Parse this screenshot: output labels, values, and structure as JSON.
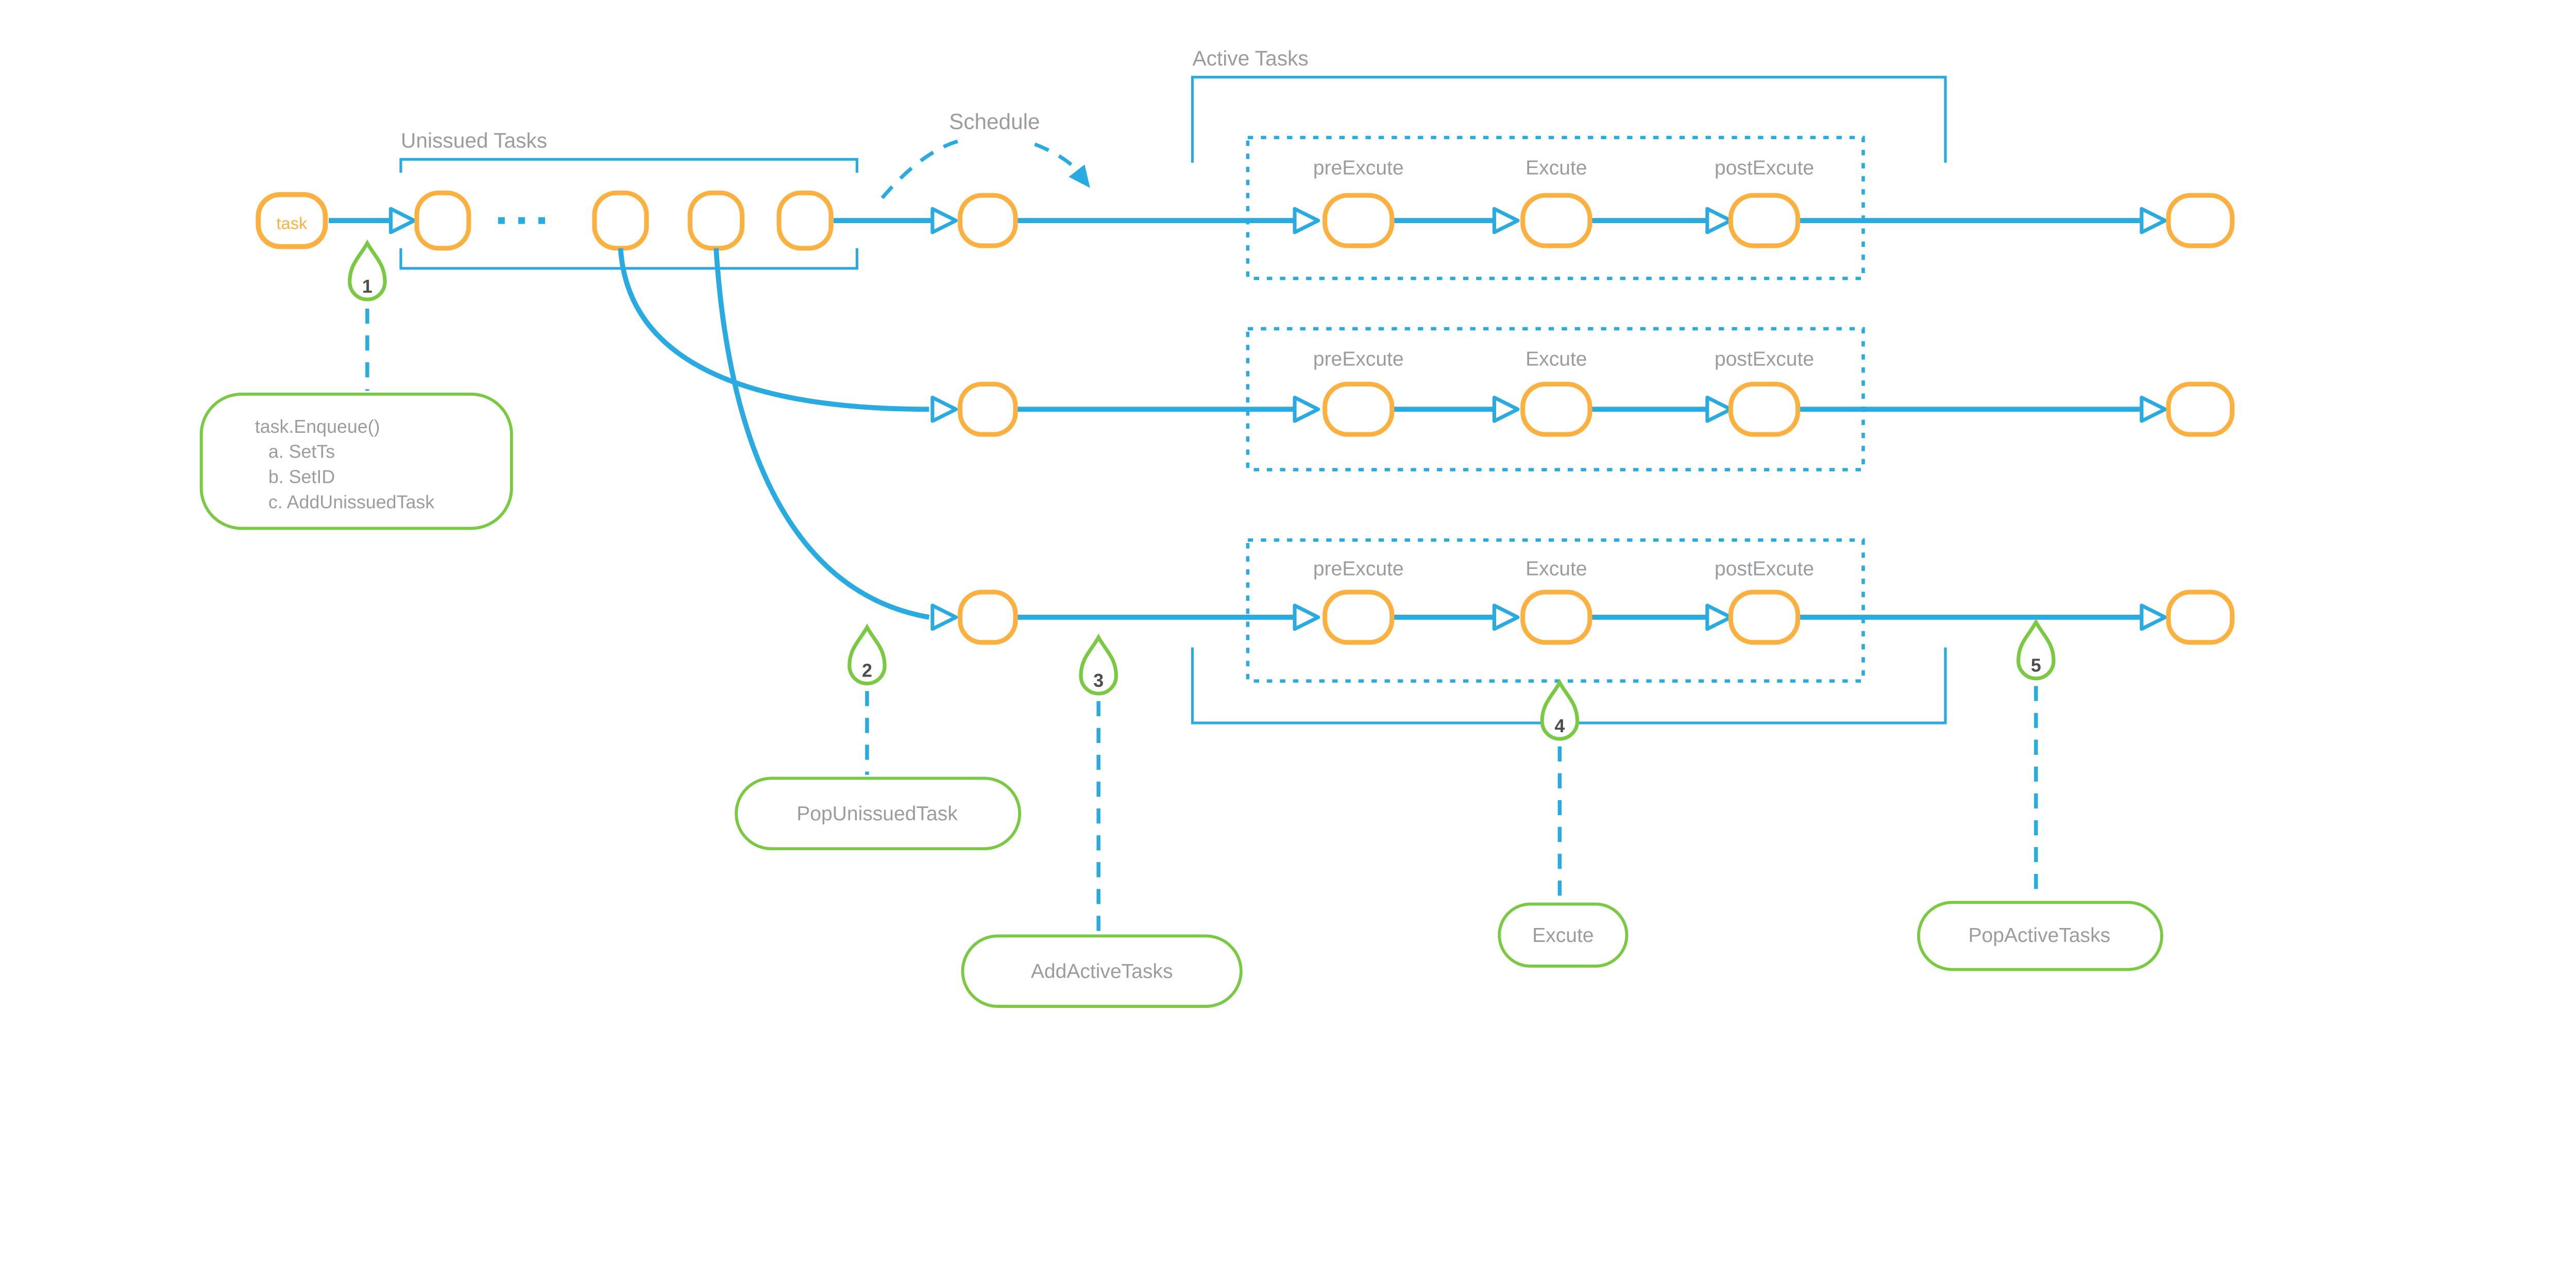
{
  "colors": {
    "arrow_blue": "#29ABE2",
    "node_orange": "#FBB040",
    "marker_green": "#7AC943",
    "label_gray": "#9A9DA0",
    "number_gray": "#4D4D4D"
  },
  "labels": {
    "unissued_tasks": "Unissued Tasks",
    "schedule": "Schedule",
    "active_tasks": "Active Tasks",
    "task_node": "task",
    "pre_excute": "preExcute",
    "excute": "Excute",
    "post_excute": "postExcute"
  },
  "callouts": [
    {
      "number": "1",
      "lines": [
        "task.Enqueue()",
        "a. SetTs",
        "b. SetID",
        "c. AddUnissuedTask"
      ]
    },
    {
      "number": "2",
      "label": "PopUnissuedTask"
    },
    {
      "number": "3",
      "label": "AddActiveTasks"
    },
    {
      "number": "4",
      "label": "Excute"
    },
    {
      "number": "5",
      "label": "PopActiveTasks"
    }
  ]
}
